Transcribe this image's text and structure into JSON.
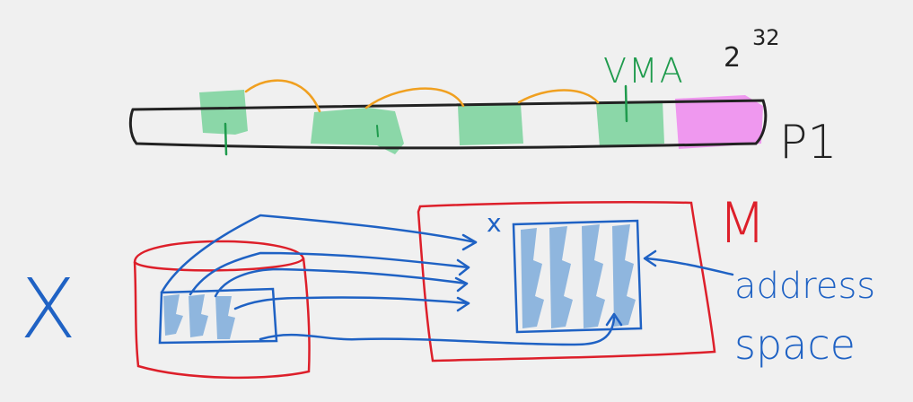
{
  "labels": {
    "vma": "VMA",
    "exponent_base": "2",
    "exponent_power": "32",
    "process": "P1",
    "memory": "M",
    "address": "address",
    "space": "space",
    "x_big": "X",
    "x_small": "x"
  },
  "colors": {
    "background": "#f0f0f0",
    "ink": "#222222",
    "vma_green": "#7fd4a0",
    "vma_green_ink": "#1f9b4d",
    "orange_link": "#f0a020",
    "pink": "#ee88ee",
    "red": "#dd1f2a",
    "blue": "#1f62c4",
    "light_blue": "#8fb6de"
  }
}
